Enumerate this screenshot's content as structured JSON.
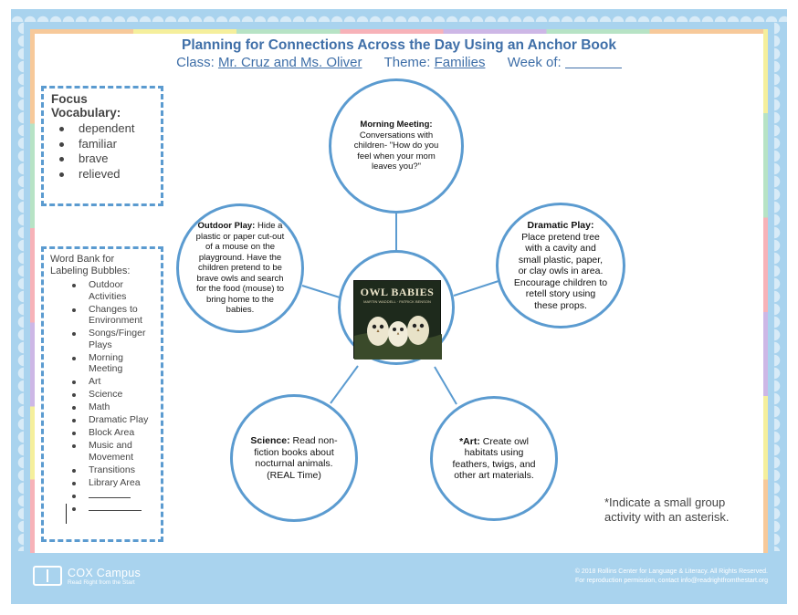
{
  "header": {
    "title": "Planning for Connections Across the Day Using an Anchor Book",
    "class_label": "Class:",
    "class_value": "Mr. Cruz and Ms. Oliver",
    "theme_label": "Theme:",
    "theme_value": "Families",
    "week_label": "Week of:"
  },
  "vocabulary": {
    "heading": "Focus Vocabulary:",
    "items": [
      "dependent",
      "familiar",
      "brave",
      "relieved"
    ]
  },
  "word_bank": {
    "heading": "Word Bank for Labeling Bubbles:",
    "items": [
      "Outdoor Activities",
      "Changes to Environment",
      "Songs/Finger Plays",
      "Morning Meeting",
      "Art",
      "Science",
      "Math",
      "Dramatic Play",
      "Block Area",
      "Music and Movement",
      "Transitions",
      "Library Area"
    ]
  },
  "center": {
    "book_title": "OWL BABIES",
    "book_credit": "MARTIN WADDELL · PATRICK BENSON"
  },
  "bubbles": {
    "morning": {
      "label": "Morning Meeting:",
      "text": "Conversations with children- \"How do you feel when your mom leaves you?\""
    },
    "dramatic": {
      "label": "Dramatic Play:",
      "text": "Place pretend tree with a cavity and small plastic, paper, or clay owls in area. Encourage children to retell story using these props."
    },
    "outdoor": {
      "label": "Outdoor Play:",
      "text": "Hide a plastic or paper cut-out of a mouse on the playground. Have the children pretend to be brave owls and search for the food (mouse) to bring home to the babies."
    },
    "science": {
      "label": "Science:",
      "text": "Read non-fiction books about nocturnal animals. (REAL Time)"
    },
    "art": {
      "label": "*Art:",
      "text": "Create owl habitats using feathers, twigs, and other art materials."
    }
  },
  "note": "*Indicate a small group activity with an asterisk.",
  "footer": {
    "logo_name": "COX Campus",
    "logo_tagline": "Read Right from the Start",
    "copyright": "© 2018 Rollins Center for Language & Literacy. All Rights Reserved.",
    "permission": "For reproduction permission, contact info@readrightfromthestart.org"
  },
  "colors": {
    "frame": "#a9d3ee",
    "accent": "#5b9bd0",
    "title": "#3f6fa8"
  }
}
